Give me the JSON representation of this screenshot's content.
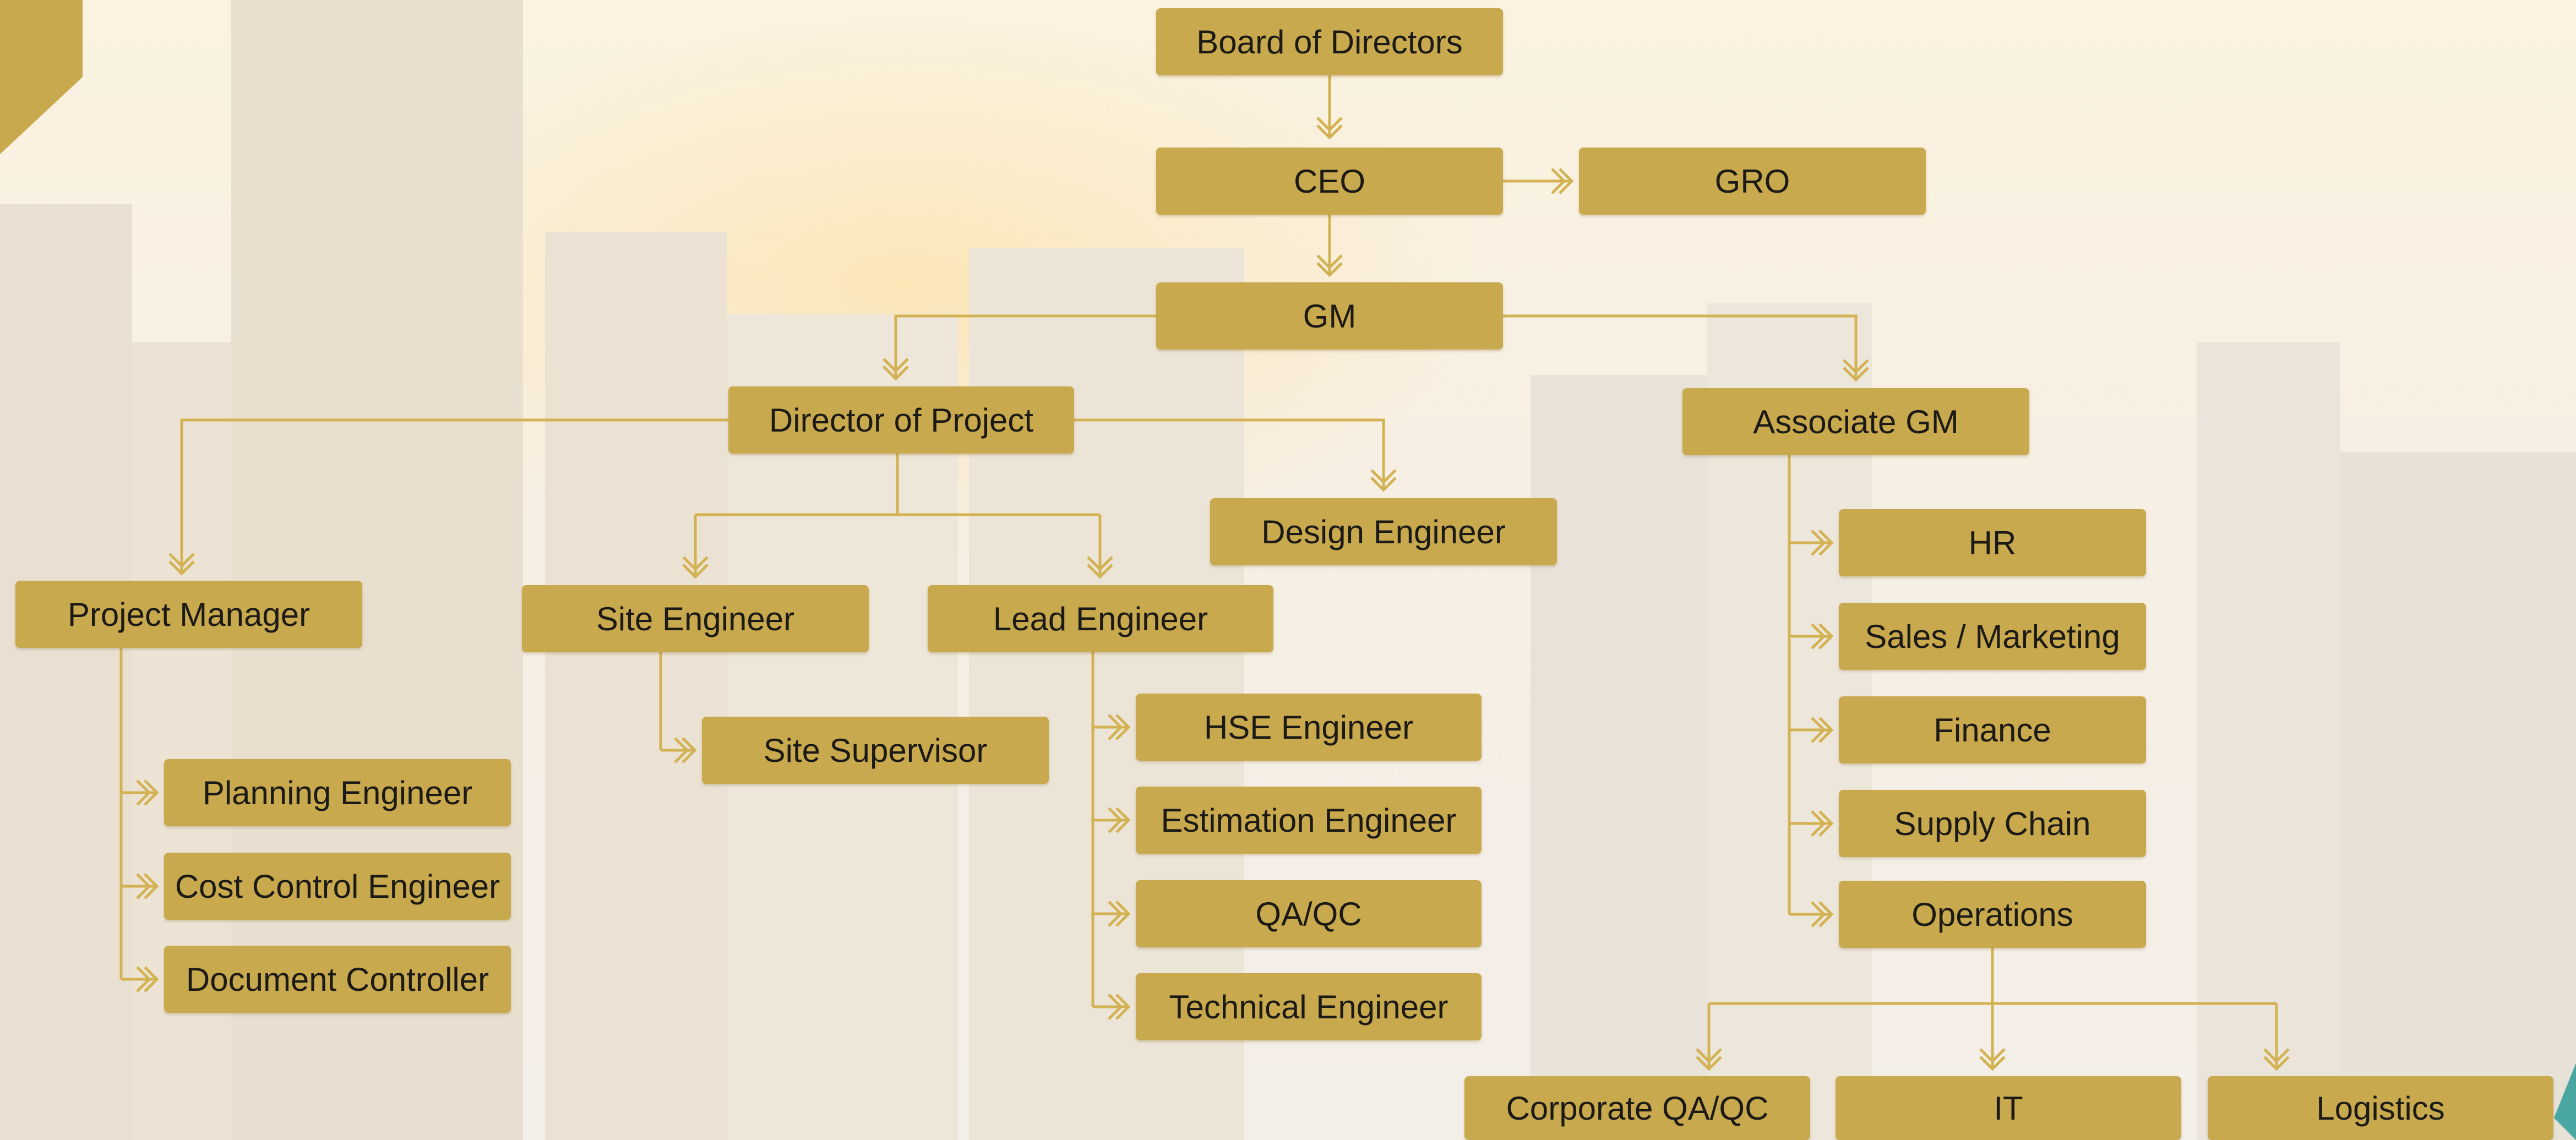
{
  "colors": {
    "box_fill": "#c9a94d",
    "box_text": "#1b1a17",
    "connector": "#d2b252",
    "corner_accent": "#c9a94d",
    "corner_accent_teal": "#4aa6a0"
  },
  "org_chart": {
    "board": "Board of Directors",
    "ceo": "CEO",
    "gro": "GRO",
    "gm": "GM",
    "director_of_project": "Director of Project",
    "associate_gm": "Associate GM",
    "design_engineer": "Design Engineer",
    "project_manager": "Project Manager",
    "site_engineer": "Site Engineer",
    "lead_engineer": "Lead Engineer",
    "site_supervisor": "Site Supervisor",
    "planning_engineer": "Planning Engineer",
    "cost_control_engineer": "Cost Control Engineer",
    "document_controller": "Document Controller",
    "hse_engineer": "HSE Engineer",
    "estimation_engineer": "Estimation Engineer",
    "qa_qc": "QA/QC",
    "technical_engineer": "Technical Engineer",
    "hr": "HR",
    "sales_marketing": "Sales / Marketing",
    "finance": "Finance",
    "supply_chain": "Supply Chain",
    "operations": "Operations",
    "corporate_qa_qc": "Corporate QA/QC",
    "it": "IT",
    "logistics": "Logistics"
  }
}
